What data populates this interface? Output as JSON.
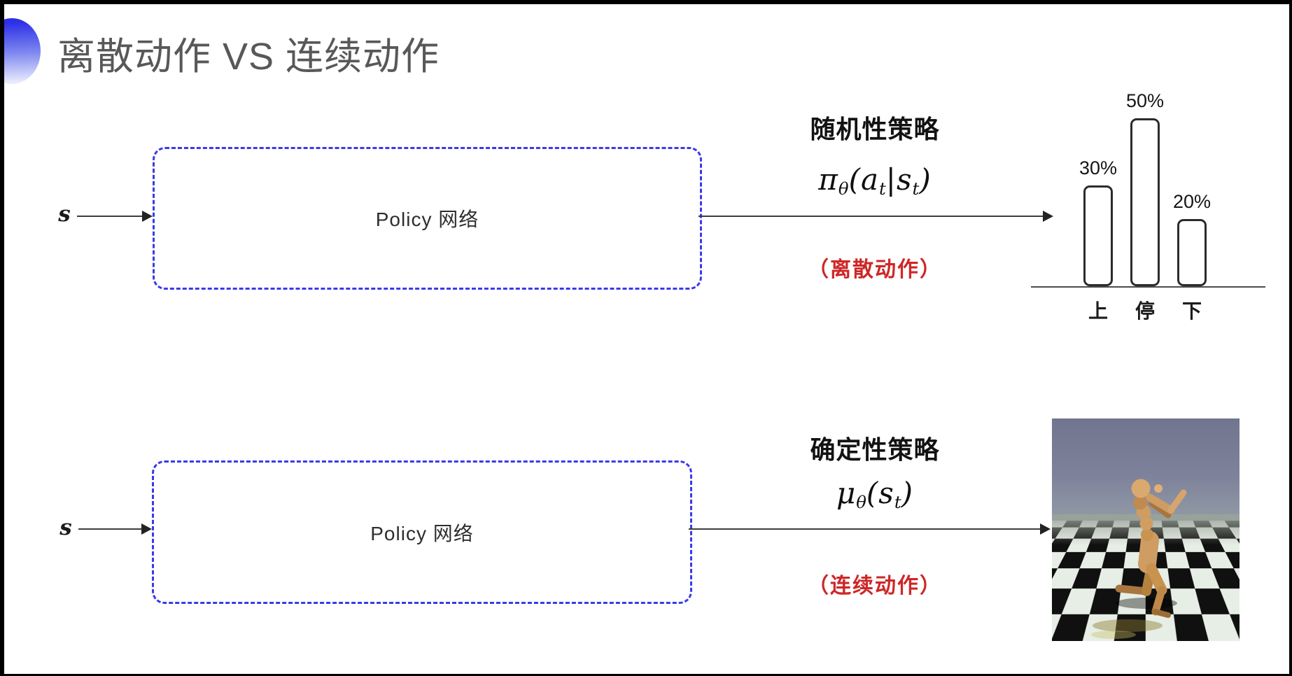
{
  "title": {
    "text": "离散动作 VS 连续动作"
  },
  "rows": [
    {
      "input_label": "s",
      "box_label": "Policy 网络",
      "policy_title": "随机性策略",
      "formula": [
        {
          "base": "π",
          "sub": "θ"
        },
        {
          "base": "(",
          "sub": ""
        },
        {
          "base": "a",
          "sub": "t"
        },
        {
          "base": "|",
          "sub": ""
        },
        {
          "base": "s",
          "sub": "t"
        },
        {
          "base": ")",
          "sub": ""
        }
      ],
      "action_note": "（离散动作）"
    },
    {
      "input_label": "s",
      "box_label": "Policy 网络",
      "policy_title": "确定性策略",
      "formula": [
        {
          "base": "μ",
          "sub": "θ"
        },
        {
          "base": "(",
          "sub": ""
        },
        {
          "base": "s",
          "sub": "t"
        },
        {
          "base": ")",
          "sub": ""
        }
      ],
      "action_note": "（连续动作）"
    }
  ],
  "chart_data": {
    "type": "bar",
    "categories": [
      "上",
      "停",
      "下"
    ],
    "values": [
      30,
      50,
      20
    ],
    "value_labels": [
      "30%",
      "50%",
      "20%"
    ],
    "title": "",
    "xlabel": "",
    "ylabel": "",
    "ylim": [
      0,
      60
    ],
    "legend": "none",
    "grid": false,
    "style": "outlined white bars with rounded corners, percentage labels above bars, category labels below axis"
  },
  "illustration": {
    "name": "mujoco-humanoid-on-checkerboard",
    "sky_top": "#71758d",
    "sky_bottom": "#929ba6",
    "tile_dark": "#101010",
    "tile_light": "#e7eee6",
    "body_tan": "#cf9c64",
    "body_dark": "#ad7a42",
    "body_light": "#e0af79"
  },
  "colors": {
    "box_border_blue": "#3a3ae8",
    "accent_red": "#ce2727",
    "title_gray": "#585858",
    "text_dark": "#121212",
    "arrow": "#3e3e3e"
  }
}
